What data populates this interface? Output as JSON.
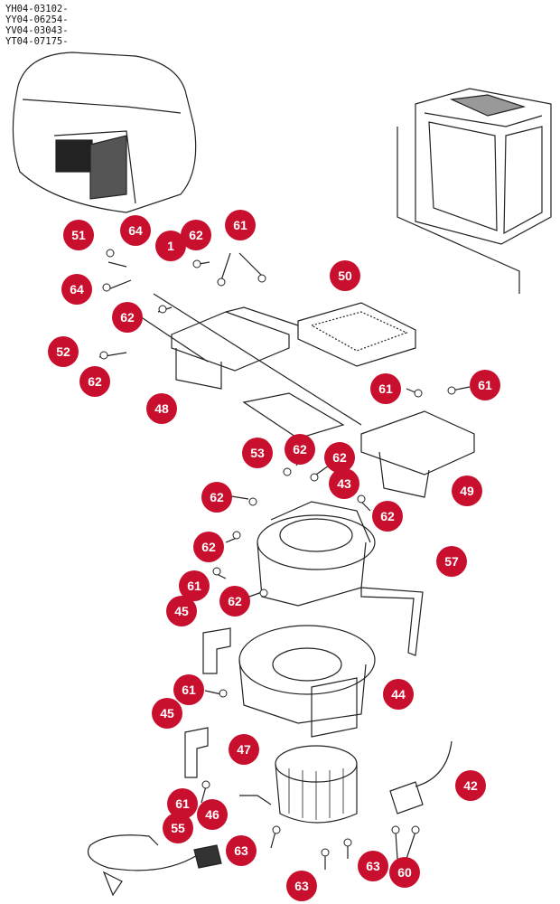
{
  "serial_ranges": [
    "YH04-03102-",
    "YY04-06254-",
    "YV04-03043-",
    "YT04-07175-"
  ],
  "callouts": [
    {
      "id": "c-51",
      "label": "51"
    },
    {
      "id": "c-64a",
      "label": "64"
    },
    {
      "id": "c-1",
      "label": "1"
    },
    {
      "id": "c-62a",
      "label": "62"
    },
    {
      "id": "c-61a",
      "label": "61"
    },
    {
      "id": "c-64b",
      "label": "64"
    },
    {
      "id": "c-62b",
      "label": "62"
    },
    {
      "id": "c-52",
      "label": "52"
    },
    {
      "id": "c-62c",
      "label": "62"
    },
    {
      "id": "c-50",
      "label": "50"
    },
    {
      "id": "c-48",
      "label": "48"
    },
    {
      "id": "c-61b",
      "label": "61"
    },
    {
      "id": "c-61c",
      "label": "61"
    },
    {
      "id": "c-53",
      "label": "53"
    },
    {
      "id": "c-62d",
      "label": "62"
    },
    {
      "id": "c-62e",
      "label": "62"
    },
    {
      "id": "c-43",
      "label": "43"
    },
    {
      "id": "c-49",
      "label": "49"
    },
    {
      "id": "c-62f",
      "label": "62"
    },
    {
      "id": "c-62g",
      "label": "62"
    },
    {
      "id": "c-62h",
      "label": "62"
    },
    {
      "id": "c-61d",
      "label": "61"
    },
    {
      "id": "c-62i",
      "label": "62"
    },
    {
      "id": "c-45a",
      "label": "45"
    },
    {
      "id": "c-57",
      "label": "57"
    },
    {
      "id": "c-61e",
      "label": "61"
    },
    {
      "id": "c-44",
      "label": "44"
    },
    {
      "id": "c-45b",
      "label": "45"
    },
    {
      "id": "c-47",
      "label": "47"
    },
    {
      "id": "c-42",
      "label": "42"
    },
    {
      "id": "c-61f",
      "label": "61"
    },
    {
      "id": "c-46",
      "label": "46"
    },
    {
      "id": "c-55",
      "label": "55"
    },
    {
      "id": "c-63a",
      "label": "63"
    },
    {
      "id": "c-63b",
      "label": "63"
    },
    {
      "id": "c-60",
      "label": "60"
    },
    {
      "id": "c-63c",
      "label": "63"
    }
  ],
  "colors": {
    "callout": "#c8102e",
    "line": "#222222"
  }
}
